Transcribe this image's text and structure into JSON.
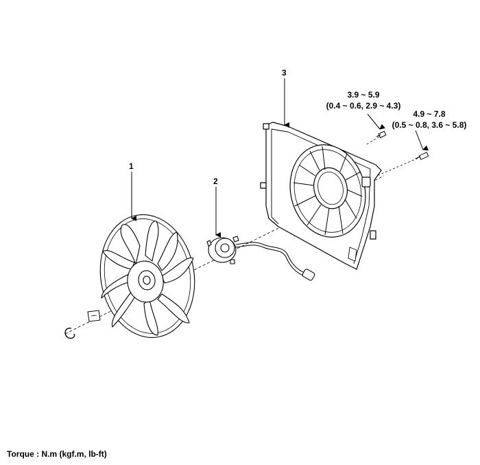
{
  "callouts": {
    "fan": "1",
    "motor": "2",
    "shroud": "3"
  },
  "torque_specs": {
    "shroud_bolt": {
      "metric": "3.9 ~ 5.9",
      "alt": "(0.4 ~ 0.6, 2.9 ~ 4.3)"
    },
    "side_bolt": {
      "metric": "4.9 ~ 7.8",
      "alt": "(0.5 ~ 0.8, 3.6 ~ 5.8)"
    }
  },
  "footer": {
    "torque_unit_note": "Torque : N.m (kgf.m, lb-ft)"
  },
  "colors": {
    "line": "#000000",
    "background": "#ffffff"
  }
}
